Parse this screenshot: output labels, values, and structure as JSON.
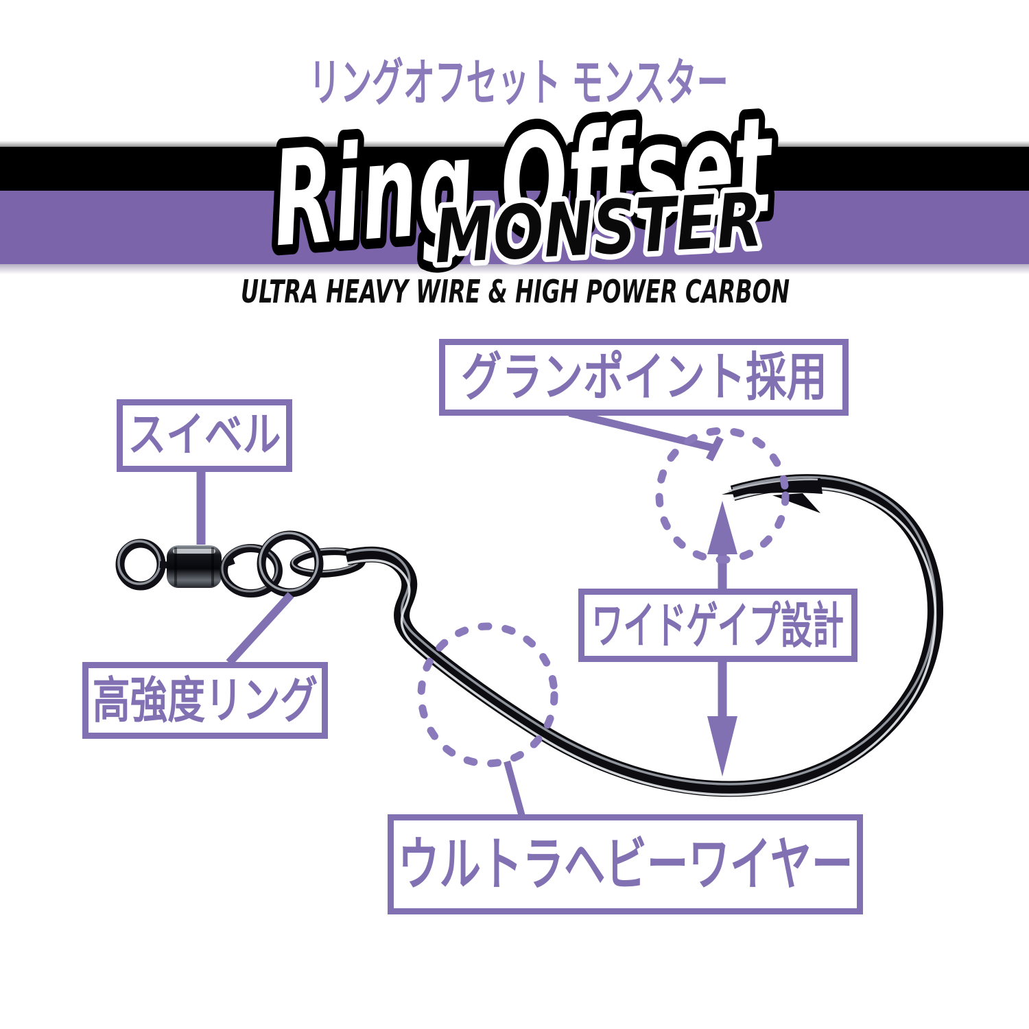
{
  "header": {
    "katakana_title": "リングオフセット モンスター",
    "main_title": "Ring Offset",
    "sub_title": "MONSTER",
    "tagline": "ULTRA HEAVY WIRE & HIGH POWER CARBON"
  },
  "diagram": {
    "labels": {
      "swivel": "スイベル",
      "gran_point": "グランポイント採用",
      "wide_gape": "ワイドゲイプ設計",
      "high_strength_ring": "高強度リング",
      "ultra_heavy_wire": "ウルトラヘビーワイヤー"
    },
    "icons": {
      "hook": "offset-fishing-hook-illustration",
      "swivel_hardware": "barrel-swivel-and-split-ring-illustration"
    }
  },
  "colors": {
    "band_black": "#000000",
    "band_purple": "#7b64aa",
    "label_purple": "#8171b2",
    "dash_purple": "#8a7abc",
    "katakana_purple": "#8b7aba"
  }
}
